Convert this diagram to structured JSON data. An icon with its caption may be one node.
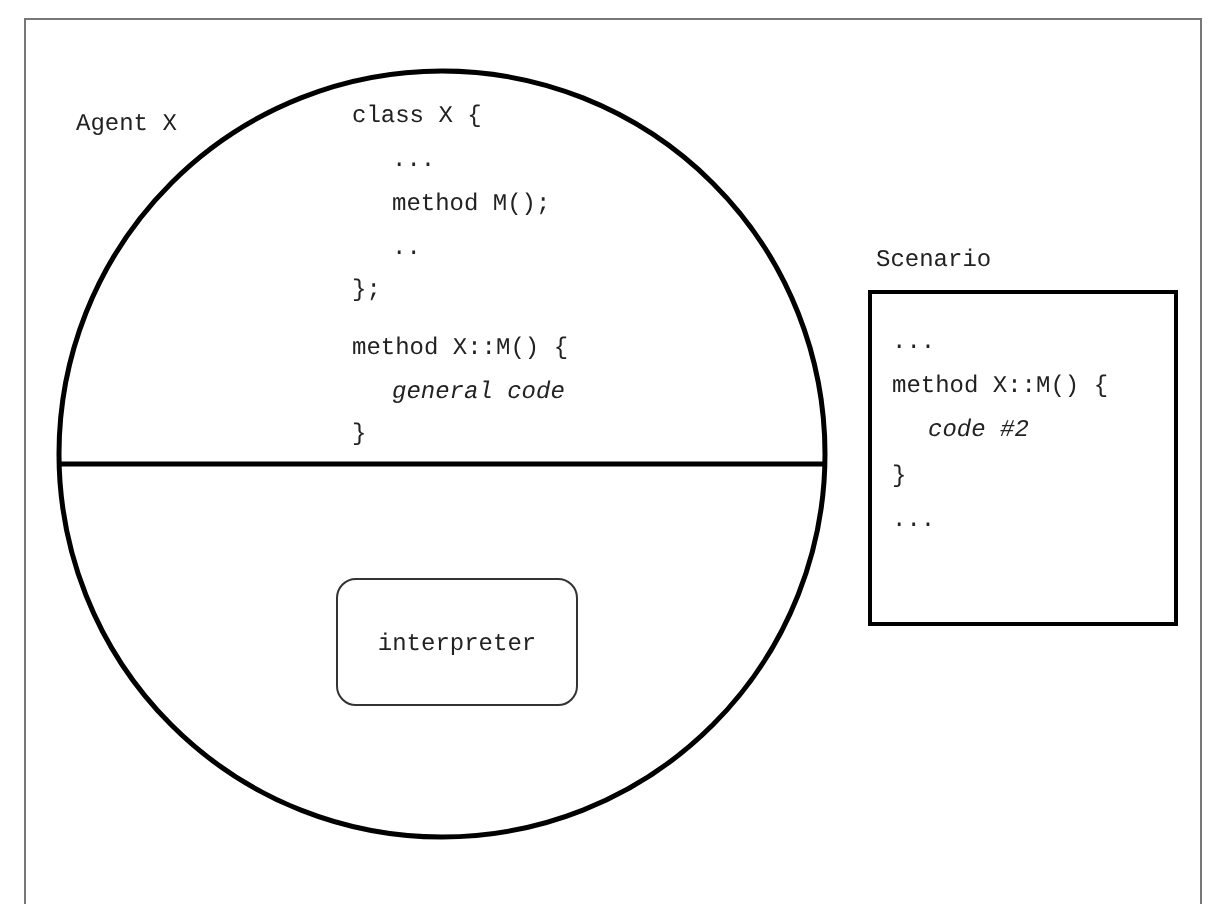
{
  "diagram": {
    "nodes": [
      {
        "text": [
          "Agent X",
          "class X {",
          "...",
          "method M();",
          "..",
          "};",
          "method X::M() {",
          "general code",
          "}"
        ]
      },
      {
        "text": [
          "interpreter"
        ],
        "in": 0
      },
      {
        "text": [
          "Scenario",
          "...",
          "method X::M() {",
          "code #2",
          "}",
          "..."
        ]
      }
    ],
    "edges": []
  }
}
